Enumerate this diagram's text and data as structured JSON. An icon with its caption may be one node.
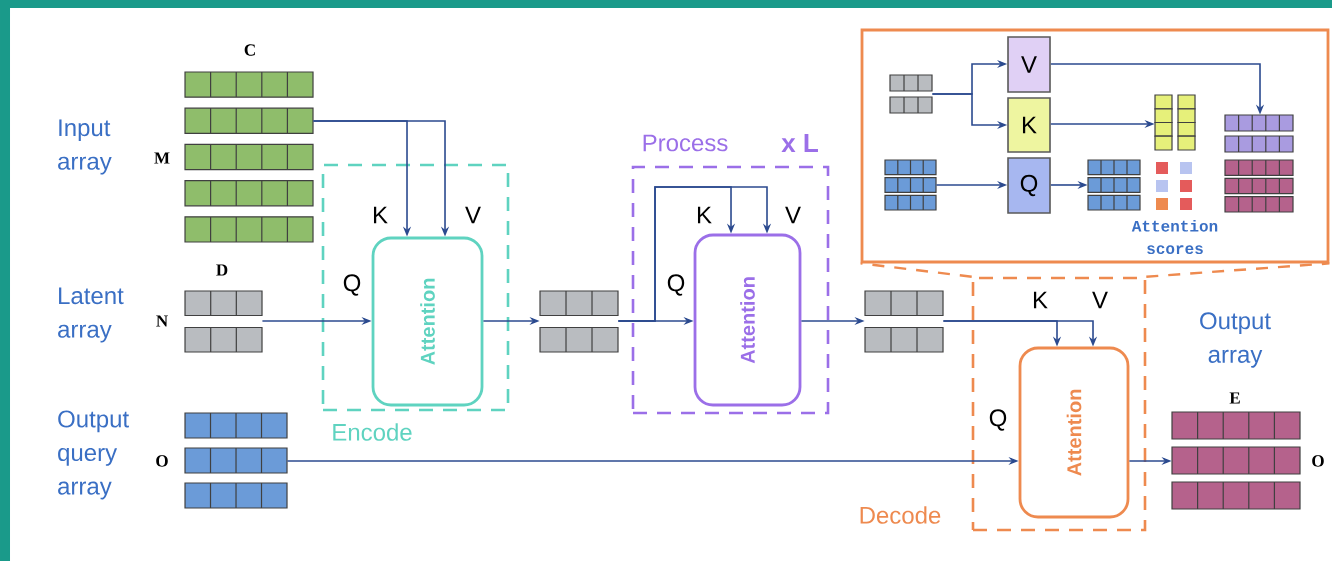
{
  "diagram": {
    "nodes": [
      {
        "text": [
          "Encode"
        ]
      },
      {
        "text": [
          "Attention"
        ],
        "in": 0
      },
      {
        "text": [
          "Process"
        ],
        "beside": [
          "x L"
        ]
      },
      {
        "text": [
          "Attention"
        ],
        "in": 2
      },
      {
        "text": [
          "Decode"
        ]
      },
      {
        "text": [
          "Attention"
        ],
        "in": 4
      },
      {
        "text": [],
        "shape": "box"
      },
      {
        "text": [
          "Input array",
          "C",
          "M"
        ]
      },
      {
        "text": [
          "Latent array",
          "D",
          "N"
        ]
      },
      {
        "text": [
          "Output query array",
          "O"
        ]
      },
      {
        "text": [],
        "shape": "grid"
      },
      {
        "text": [],
        "shape": "grid"
      },
      {
        "text": [
          "Output array",
          "E",
          "O"
        ]
      },
      {
        "text": [],
        "shape": "grid",
        "in": 6
      },
      {
        "text": [
          "V"
        ],
        "in": 6
      },
      {
        "text": [
          "K"
        ],
        "in": 6
      },
      {
        "text": [],
        "shape": "grid",
        "in": 6
      },
      {
        "text": [
          "Q"
        ],
        "in": 6
      },
      {
        "text": [],
        "shape": "grid",
        "in": 6
      },
      {
        "text": [],
        "shape": "grid",
        "in": 6
      },
      {
        "text": [],
        "shape": "grid",
        "in": 6
      }
    ],
    "edges": [
      {
        "from": 7,
        "to": 1,
        "arrow": "to",
        "label": "K"
      },
      {
        "from": 7,
        "to": 1,
        "arrow": "to",
        "label": "V"
      },
      {
        "from": 8,
        "to": 1,
        "arrow": "to",
        "label": "Q"
      },
      {
        "from": 1,
        "to": 10,
        "arrow": "to"
      },
      {
        "from": 10,
        "to": 3,
        "arrow": "to",
        "label": "Q"
      },
      {
        "from": 10,
        "to": 3,
        "arrow": "to",
        "label": "K"
      },
      {
        "from": 10,
        "to": 3,
        "arrow": "to",
        "label": "V"
      },
      {
        "from": 3,
        "to": 11,
        "arrow": "to"
      },
      {
        "from": 11,
        "to": 5,
        "arrow": "to",
        "label": "K"
      },
      {
        "from": 11,
        "to": 5,
        "arrow": "to",
        "label": "V"
      },
      {
        "from": 9,
        "to": 5,
        "arrow": "to",
        "label": "Q"
      },
      {
        "from": 5,
        "to": 12,
        "arrow": "to"
      },
      {
        "from": 13,
        "to": 14,
        "arrow": "to"
      },
      {
        "from": 13,
        "to": 15,
        "arrow": "to"
      },
      {
        "from": 16,
        "to": 17,
        "arrow": "to"
      },
      {
        "from": 15,
        "to": 19,
        "arrow": "to"
      },
      {
        "from": 17,
        "to": 18,
        "arrow": "to"
      },
      {
        "from": 14,
        "to": 20,
        "arrow": "to"
      },
      {
        "from": 4,
        "to": 6,
        "arrow": "none",
        "style": "dashed",
        "color": "#ee8a4f"
      }
    ],
    "labels": [
      "Attention scores"
    ]
  }
}
